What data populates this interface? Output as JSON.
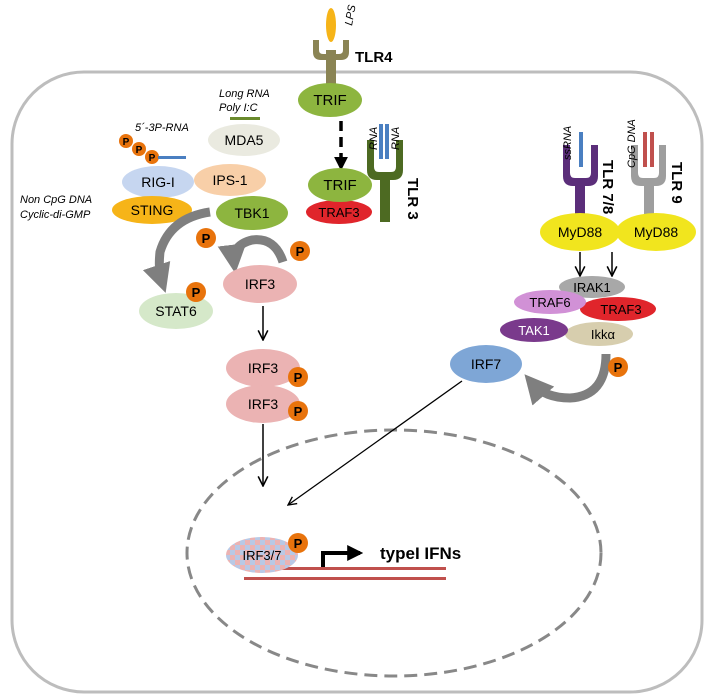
{
  "receptors": {
    "lps": "LPS",
    "tlr4": "TLR4",
    "tlr3": "TLR 3",
    "tlr78": "TLR 7/8",
    "tlr9": "TLR 9",
    "rna_left": "RNA",
    "rna_right": "RNA",
    "ssrna": "ssRNA",
    "cpg_dna": "CpG DNA"
  },
  "ligands": {
    "long_rna": "Long RNA",
    "poly_ic": "Poly I:C",
    "five_3p_rna": "5´-3P-RNA",
    "non_cpg_dna": "Non CpG DNA",
    "cyclic_di_gmp": "Cyclic-di-GMP"
  },
  "nodes": {
    "trif_top": "TRIF",
    "trif_mid": "TRIF",
    "traf3_left": "TRAF3",
    "mda5": "MDA5",
    "rig_i": "RIG-I",
    "ips1": "IPS-1",
    "sting": "STING",
    "tbk1": "TBK1",
    "irf3_a": "IRF3",
    "stat6": "STAT6",
    "irf3_b": "IRF3",
    "irf3_c": "IRF3",
    "myd88_a": "MyD88",
    "myd88_b": "MyD88",
    "irak1": "IRAK1",
    "traf6": "TRAF6",
    "traf3_right": "TRAF3",
    "tak1": "TAK1",
    "ikka": "Ikkα",
    "irf7": "IRF7",
    "irf37": "IRF3/7"
  },
  "phospho_label": "P",
  "output_label": "typeI IFNs",
  "colors": {
    "cell_border": "#bdbdbd",
    "trif": "#8db53f",
    "traf3": "#e0252b",
    "tlr4": "#8a8454",
    "tlr3": "#4d6a22",
    "tlr78": "#5b2e7a",
    "tlr9": "#9e9e9e",
    "myd88": "#f1e51e",
    "irf3": "#ebb3b3",
    "irf7": "#7ea6d6",
    "stat6": "#d5e8c9",
    "sting": "#f6b418",
    "mda5": "#eaeae0",
    "rig_i": "#c6d6f0",
    "ips1": "#f8cfa8",
    "phospho": "#e8730c",
    "traf6": "#d191d6",
    "tak1": "#7a3a8c",
    "ikka": "#d7ceae",
    "irak1": "#a8a8a8",
    "dna": "#c0504d",
    "rna_blue": "#4a7fc1",
    "nucleus_border": "#888888",
    "curved_arrow": "#7f7f7f"
  }
}
